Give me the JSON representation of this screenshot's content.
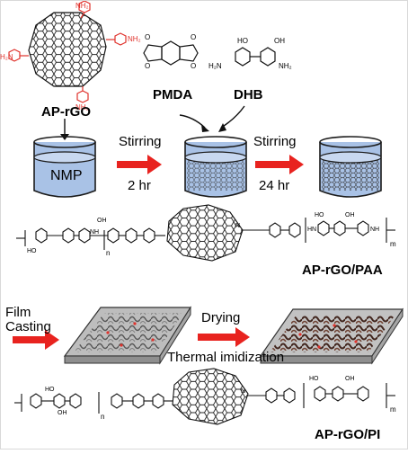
{
  "labels": {
    "ap_rgo": "AP-rGO",
    "pmda": "PMDA",
    "dhb": "DHB",
    "nmp": "NMP",
    "stirring_1": "Stirring",
    "time_1": "2 hr",
    "stirring_2": "Stirring",
    "time_2": "24 hr",
    "ap_rgo_paa": "AP-rGO/PAA",
    "film_casting_line1": "Film",
    "film_casting_line2": "Casting",
    "drying": "Drying",
    "thermal_imidization": "Thermal imidization",
    "ap_rgo_pi": "AP-rGO/PI"
  },
  "chem_text": {
    "nh2": "NH₂",
    "h2n": "H₂N",
    "ho": "HO",
    "oh": "OH",
    "nh": "NH",
    "hn": "HN",
    "n": "N",
    "o": "O",
    "n_sub": "n",
    "m_sub": "m"
  },
  "colors": {
    "arrow_red": "#e8231f",
    "beaker_liquid": "#a9c2e6",
    "beaker_stroke": "#1b1b1b",
    "amine_red": "#e0322c",
    "film_gray": "#cfcfcf",
    "film_dark": "#5a3a30"
  }
}
